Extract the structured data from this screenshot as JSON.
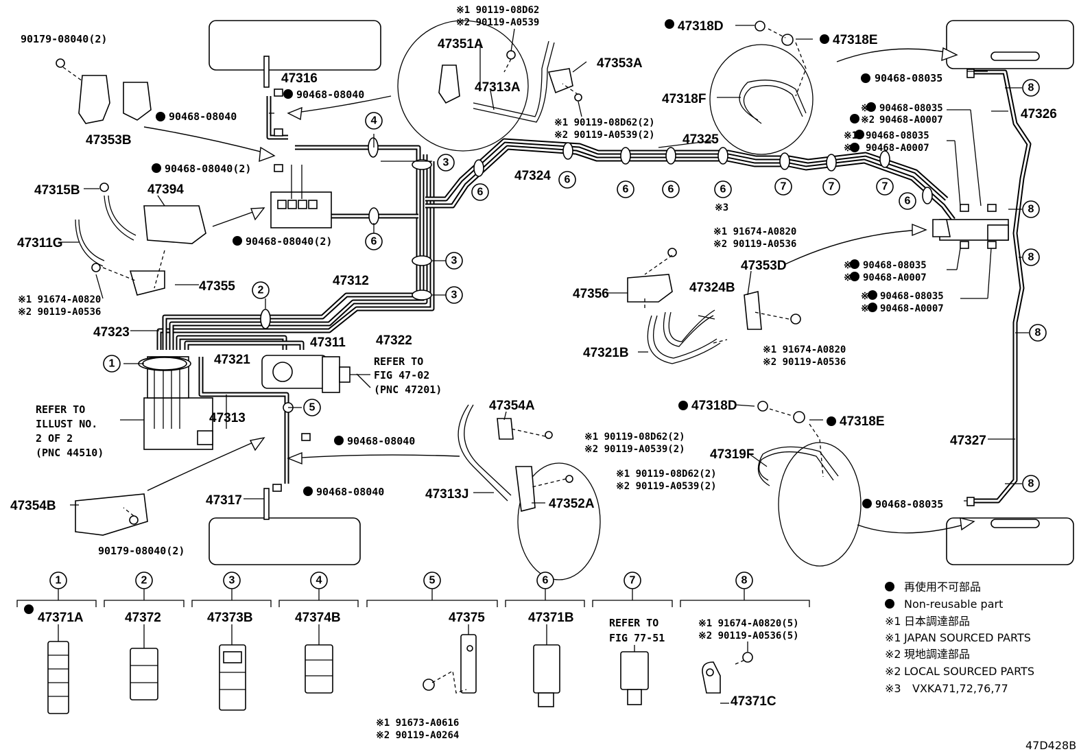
{
  "labels": {
    "p90179_tl": "90179-08040(2)",
    "p47353B": "47353B",
    "p47316": "47316",
    "p90468_a": "90468-08040",
    "p90468_b": "90468-08040",
    "p90468_c": "90468-08040(2)",
    "p90468_d": "90468-08040(2)",
    "p47315B": "47315B",
    "p47394": "47394",
    "p47311G": "47311G",
    "p47355": "47355",
    "r1_91674_a": "※1 91674-A0820",
    "r2_90119_a": "※2 90119-A0536",
    "p47323": "47323",
    "p47312": "47312",
    "p47322": "47322",
    "p47321": "47321",
    "p47311": "47311",
    "refer_fig_1": "REFER TO",
    "refer_fig_2": "FIG 47-02",
    "refer_fig_3": "(PNC 47201)",
    "refer_ill_1": "REFER TO",
    "refer_ill_2": "ILLUST NO.",
    "refer_ill_3": "2 OF 2",
    "refer_ill_4": "(PNC 44510)",
    "p47313": "47313",
    "p90468_e": "90468-08040",
    "p90468_f": "90468-08040",
    "p47354B": "47354B",
    "p47317": "47317",
    "p90179_bl": "90179-08040(2)",
    "r1_08D62_top": "※1 90119-08D62",
    "r2_A0539_top": "※2 90119-A0539",
    "p47351A": "47351A",
    "p47313A": "47313A",
    "p47353A": "47353A",
    "r1_08D62_2a": "※1 90119-08D62(2)",
    "r2_A0539_2a": "※2 90119-A0539(2)",
    "p47324": "47324",
    "p47325": "47325",
    "mark3": "※3",
    "p47318D_t": "47318D",
    "p47318E_t": "47318E",
    "p47318F": "47318F",
    "p90468_08035_t": "90468-08035",
    "p47326": "47326",
    "r1_08035_a": "※1",
    "v_08035_a": "90468-08035",
    "r2_A0007_a": "※2",
    "v_A0007_a": "90468-A0007",
    "r1_08035_b": "※1",
    "v_08035_b": "90468-08035",
    "r2_A0007_b": "※2",
    "v_A0007_b": "90468-A0007",
    "r1_08035_c": "※1",
    "v_08035_c": "90468-08035",
    "r2_A0007_c": "※2",
    "v_A0007_c": "90468-A0007",
    "r1_08035_d": "※1",
    "v_08035_d": "90468-08035",
    "r2_A0007_d": "※2",
    "v_A0007_d": "90468-A0007",
    "r1_91674_b": "※1 91674-A0820",
    "r2_90119_b": "※2 90119-A0536",
    "p47353D": "47353D",
    "p47356": "47356",
    "p47324B": "47324B",
    "p47321B": "47321B",
    "r1_91674_c": "※1 91674-A0820",
    "r2_90119_c": "※2 90119-A0536",
    "p47354A": "47354A",
    "r1_08D62_2b": "※1 90119-08D62(2)",
    "r2_A0539_2b": "※2 90119-A0539(2)",
    "p47313J": "47313J",
    "r1_08D62_2c": "※1 90119-08D62(2)",
    "r2_A0539_2c": "※2 90119-A0539(2)",
    "p47352A": "47352A",
    "p47318D_b": "47318D",
    "p47318E_b": "47318E",
    "p47319F": "47319F",
    "p47327": "47327",
    "p90468_08035_b": "90468-08035"
  },
  "callouts": {
    "c1": "1",
    "c2": "2",
    "c3a": "3",
    "c3b": "3",
    "c3c": "3",
    "c4": "4",
    "c5": "5",
    "c6a": "6",
    "c6b": "6",
    "c6c": "6",
    "c6d": "6",
    "c6e": "6",
    "c6f": "6",
    "c7a": "7",
    "c7b": "7",
    "c7c": "7",
    "c8a": "8",
    "c8b": "8",
    "c8c": "8",
    "c8d": "8",
    "c8e": "8"
  },
  "clamps": [
    {
      "num": "1",
      "part": "47371A",
      "dot": true
    },
    {
      "num": "2",
      "part": "47372",
      "dot": false
    },
    {
      "num": "3",
      "part": "47373B",
      "dot": false
    },
    {
      "num": "4",
      "part": "47374B",
      "dot": false
    },
    {
      "num": "5",
      "part": "47375",
      "dot": false,
      "note1": "※1 91673-A0616",
      "note2": "※2 90119-A0264"
    },
    {
      "num": "6",
      "part": "47371B",
      "dot": false
    },
    {
      "num": "7",
      "part": "",
      "dot": false,
      "note1": "REFER TO",
      "note2": "FIG 77-51"
    },
    {
      "num": "8",
      "part": "47371C",
      "dot": false,
      "note1": "※1 91674-A0820(5)",
      "note2": "※2 90119-A0536(5)"
    }
  ],
  "legend": [
    {
      "mark": "●",
      "text": "再使用不可部品"
    },
    {
      "mark": "●",
      "text": "Non-reusable part"
    },
    {
      "mark": "※1",
      "text": "日本調達部品"
    },
    {
      "mark": "※1",
      "text": "JAPAN SOURCED PARTS"
    },
    {
      "mark": "※2",
      "text": "現地調達部品"
    },
    {
      "mark": "※2",
      "text": "LOCAL SOURCED PARTS"
    },
    {
      "mark": "※3",
      "text": "VXKA71,72,76,77"
    }
  ],
  "figure_code": "47D428B"
}
